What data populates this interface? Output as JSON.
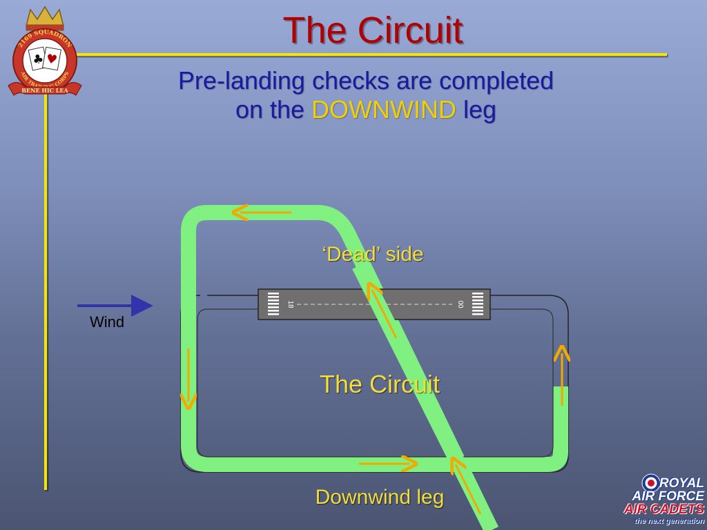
{
  "title": "The Circuit",
  "subtitle": {
    "line1": "Pre-landing checks are completed",
    "line2_prefix": "on the ",
    "line2_highlight": "DOWNWIND",
    "line2_suffix": " leg"
  },
  "labels": {
    "dead_side": "‘Dead’ side",
    "circuit": "The Circuit",
    "downwind_leg": "Downwind leg",
    "wind": "Wind"
  },
  "runway": {
    "left_number": "18",
    "right_number": "00"
  },
  "badge": {
    "top_text": "2169 SQUADRON",
    "ring_text": "AIR TRAINING CORPS",
    "motto": "BENE HIC LEA"
  },
  "raf_logo": {
    "line1": "ROYAL",
    "line2": "AIR FORCE",
    "line3": "AIR CADETS",
    "line4": "the next generation"
  },
  "colors": {
    "title": "#b00000",
    "subtitle": "#1a1aa0",
    "highlight": "#f0d000",
    "circuit_path": "#80f080",
    "arrows": "#f2a900",
    "wind_arrow": "#3333aa",
    "frame_lines": "#f5e600"
  }
}
